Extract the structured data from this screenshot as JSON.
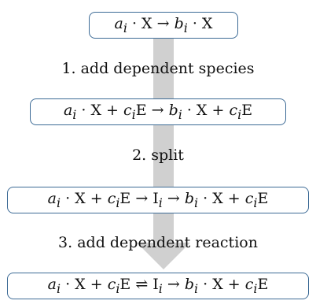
{
  "diagram": {
    "boxes": [
      {
        "id": "reaction-0",
        "html": "<i>a<sub>i</sub></i> · X → <i>b<sub>i</sub></i> · X"
      },
      {
        "id": "reaction-1",
        "html": "<i>a<sub>i</sub></i> · X + <i>c<sub>i</sub></i>E → <i>b<sub>i</sub></i> · X + <i>c<sub>i</sub></i>E"
      },
      {
        "id": "reaction-2",
        "html": "<i>a<sub>i</sub></i> · X + <i>c<sub>i</sub></i>E → I<sub><i>i</i></sub> → <i>b<sub>i</sub></i> · X + <i>c<sub>i</sub></i>E"
      },
      {
        "id": "reaction-3",
        "html": "<i>a<sub>i</sub></i> · X + <i>c<sub>i</sub></i>E ⇌ I<sub><i>i</i></sub> → <i>b<sub>i</sub></i> · X + <i>c<sub>i</sub></i>E"
      }
    ],
    "steps": [
      "1. add dependent species",
      "2. split",
      "3. add dependent reaction"
    ],
    "colors": {
      "box_border": "#3d6b96",
      "flow_arrow": "#d0d0d0"
    }
  }
}
